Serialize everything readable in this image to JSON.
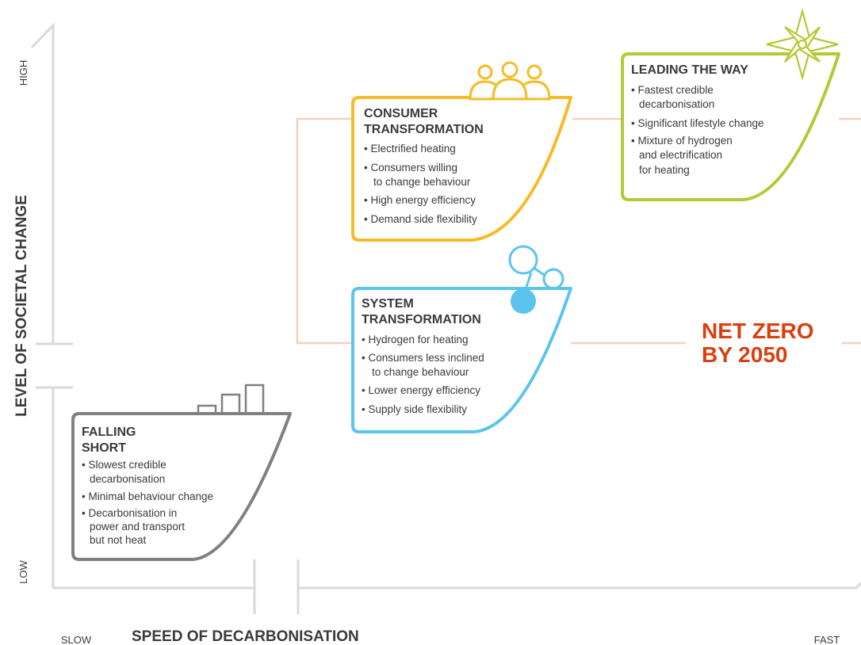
{
  "colors": {
    "falling_short": "#808080",
    "system_transformation": "#5bc4ee",
    "consumer_transformation": "#f6bb26",
    "leading_the_way": "#b5c934",
    "net_zero_line": "#f3cfbd",
    "net_zero_text": "#d9400f",
    "axis": "#d9d9d9",
    "text": "#3a3a3a"
  },
  "y_axis": {
    "title": "LEVEL OF SOCIETAL CHANGE",
    "high": "HIGH",
    "low": "LOW"
  },
  "x_axis": {
    "title": "SPEED OF DECARBONISATION",
    "slow": "SLOW",
    "fast": "FAST"
  },
  "net_zero": {
    "line1": "NET ZERO",
    "line2": "BY 2050"
  },
  "scenarios": {
    "falling_short": {
      "title": [
        "FALLING",
        "SHORT"
      ],
      "icon": "bars-icon",
      "bullets": [
        [
          "• Slowest credible",
          "decarbonisation"
        ],
        [
          "• Minimal behaviour change"
        ],
        [
          "• Decarbonisation in",
          "power and transport",
          "but not heat"
        ]
      ]
    },
    "system_transformation": {
      "title": [
        "SYSTEM",
        "TRANSFORMATION"
      ],
      "icon": "network-nodes-icon",
      "bullets": [
        [
          "• Hydrogen for heating"
        ],
        [
          "• Consumers less inclined",
          "to change behaviour"
        ],
        [
          "• Lower energy efficiency"
        ],
        [
          "• Supply side flexibility"
        ]
      ]
    },
    "consumer_transformation": {
      "title": [
        "CONSUMER",
        "TRANSFORMATION"
      ],
      "icon": "people-icon",
      "bullets": [
        [
          "• Electrified heating"
        ],
        [
          "• Consumers willing",
          "to change behaviour"
        ],
        [
          "• High energy efficiency"
        ],
        [
          "• Demand side flexibility"
        ]
      ]
    },
    "leading_the_way": {
      "title": [
        "LEADING THE WAY"
      ],
      "icon": "compass-star-icon",
      "bullets": [
        [
          "• Fastest credible",
          "decarbonisation"
        ],
        [
          "• Significant lifestyle change"
        ],
        [
          "• Mixture of hydrogen",
          "and electrification",
          "for heating"
        ]
      ]
    }
  }
}
